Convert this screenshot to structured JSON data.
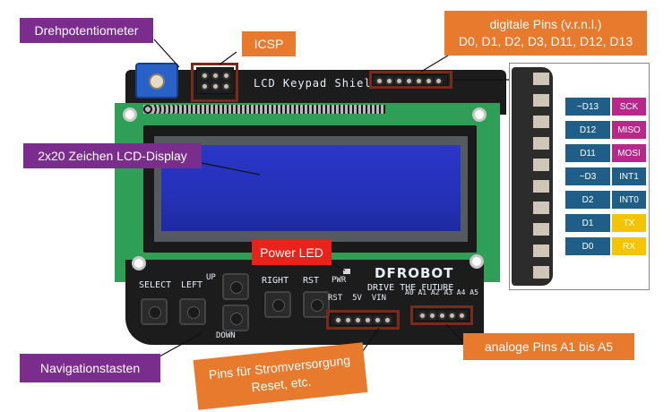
{
  "labels": {
    "poti": "Drehpotentiometer",
    "icsp": "ICSP",
    "digital_line1": "digitale Pins (v.r.n.l.)",
    "digital_line2": "D0, D1, D2, D3, D11, D12, D13",
    "lcd": "2x20 Zeichen LCD-Display",
    "power_led": "Power LED",
    "nav": "Navigationstasten",
    "power_line1": "Pins für Stromversorgung",
    "power_line2": "Reset, etc.",
    "analog": "analoge Pins A1 bis A5"
  },
  "board": {
    "title": "LCD Keypad Shield",
    "brand": "DFROBOT",
    "slogan": "DRIVE THE FUTURE",
    "buttons": {
      "select": "SELECT",
      "left": "LEFT",
      "up": "UP",
      "down": "DOWN",
      "right": "RIGHT",
      "rst": "RST",
      "pwr": "PWR"
    },
    "power_pins": "RST  5V  VIN",
    "analog_pins": "A0 A1 A2 A3 A4 A5"
  },
  "pinmap": [
    {
      "pin": "~D13",
      "func": "SCK",
      "func_color": "#b7288a"
    },
    {
      "pin": "D12",
      "func": "MISO",
      "func_color": "#b7288a"
    },
    {
      "pin": "D11",
      "func": "MOSI",
      "func_color": "#b7288a"
    },
    {
      "pin": "~D3",
      "func": "INT1",
      "func_color": "#1f5e86"
    },
    {
      "pin": "D2",
      "func": "INT0",
      "func_color": "#1f5e86"
    },
    {
      "pin": "D1",
      "func": "TX",
      "func_color": "#f5c400"
    },
    {
      "pin": "D0",
      "func": "RX",
      "func_color": "#f5c400"
    }
  ],
  "colors": {
    "label_purple": "#7b2d8e",
    "label_orange": "#e87a2e",
    "label_red": "#e8231c",
    "pcb_green": "#2f9e56",
    "pcb_black": "#1c1c1c",
    "lcd_blue": "#2431b8",
    "highlight_box": "#7a2a18"
  }
}
